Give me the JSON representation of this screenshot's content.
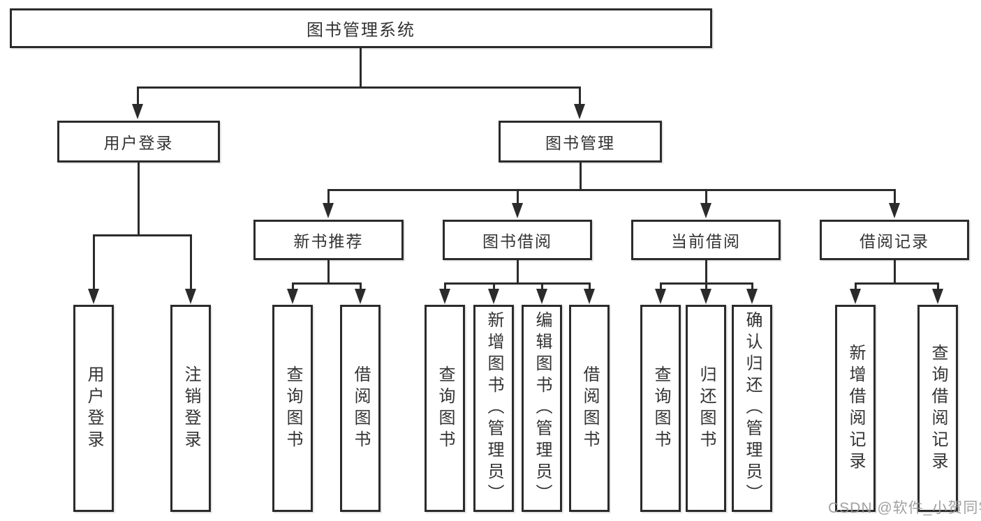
{
  "colors": {
    "line": "#2b2b2b",
    "text": "#333333",
    "box_background": "#ffffff",
    "page_background": "#ffffff",
    "watermark": "#949494"
  },
  "root": {
    "label": "图书管理系统"
  },
  "branches": {
    "user_login": {
      "label": "用户登录",
      "children": [
        {
          "label": "用户登录"
        },
        {
          "label": "注销登录"
        }
      ]
    },
    "book_management": {
      "label": "图书管理",
      "children": [
        {
          "label": "新书推荐",
          "children": [
            {
              "label": "查询图书"
            },
            {
              "label": "借阅图书"
            }
          ]
        },
        {
          "label": "图书借阅",
          "children": [
            {
              "label": "查询图书"
            },
            {
              "label": "新增图书（管理员）"
            },
            {
              "label": "编辑图书（管理员）"
            },
            {
              "label": "借阅图书"
            }
          ]
        },
        {
          "label": "当前借阅",
          "children": [
            {
              "label": "查询图书"
            },
            {
              "label": "归还图书"
            },
            {
              "label": "确认归还（管理员）"
            }
          ]
        },
        {
          "label": "借阅记录",
          "children": [
            {
              "label": "新增借阅记录"
            },
            {
              "label": "查询借阅记录"
            }
          ]
        }
      ]
    }
  },
  "watermark": {
    "text": "CSDN @软件_小贺同学"
  }
}
